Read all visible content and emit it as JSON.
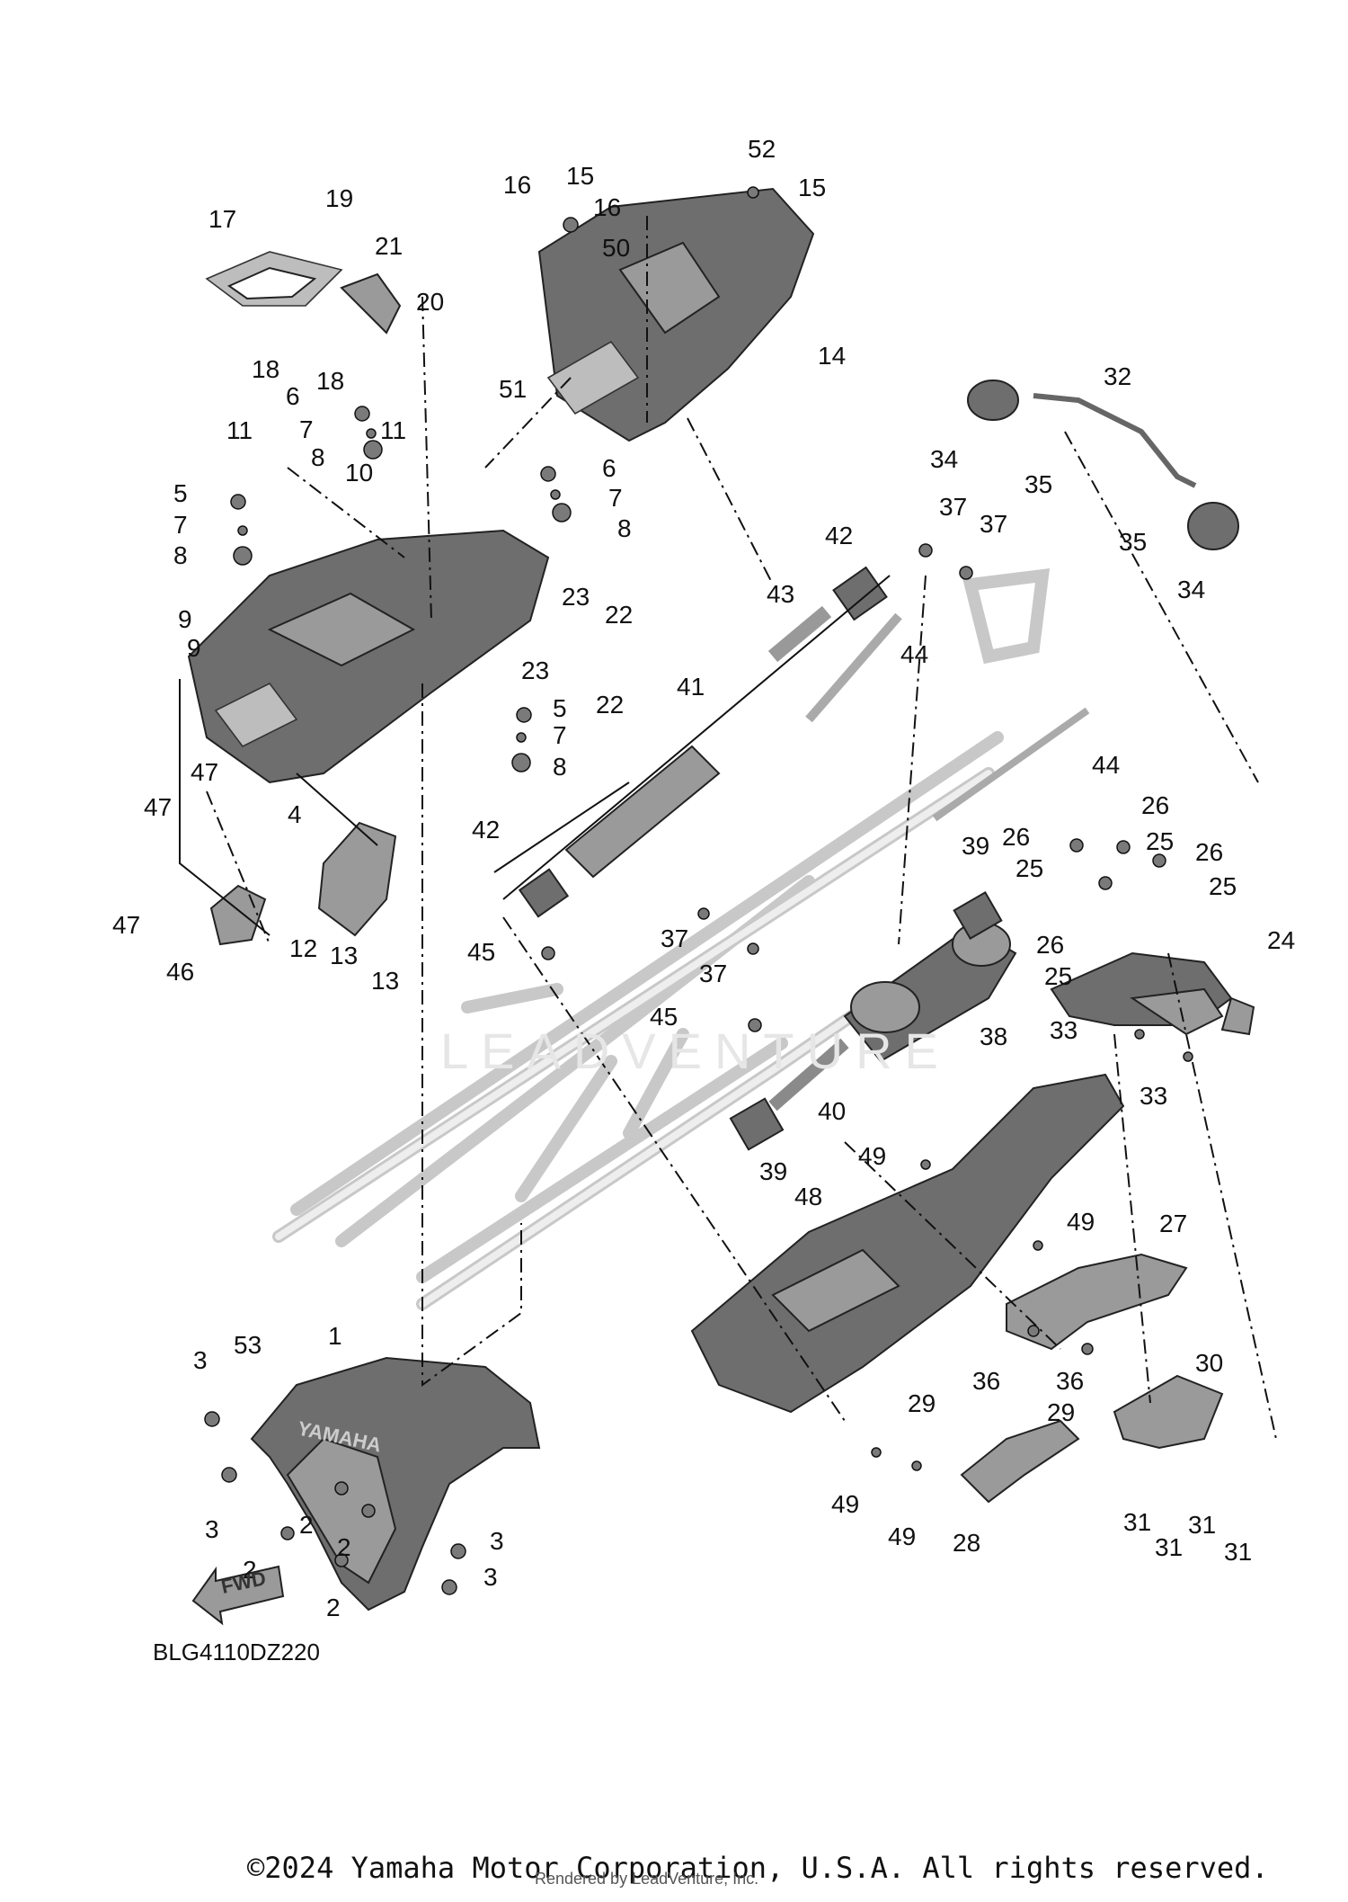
{
  "diagram": {
    "code": "BLG4110DZ220",
    "copyright": "©2024 Yamaha Motor Corporation, U.S.A. All rights reserved.",
    "render_credit": "Rendered by LeadVenture, Inc.",
    "watermark": "LEADVENTURE",
    "fwd_label": "FWD",
    "brand_on_fender": "YAMAHA",
    "callouts": [
      {
        "id": "c1",
        "label": "1"
      },
      {
        "id": "c2a",
        "label": "2"
      },
      {
        "id": "c2b",
        "label": "2"
      },
      {
        "id": "c2c",
        "label": "2"
      },
      {
        "id": "c2d",
        "label": "2"
      },
      {
        "id": "c3a",
        "label": "3"
      },
      {
        "id": "c3b",
        "label": "3"
      },
      {
        "id": "c3c",
        "label": "3"
      },
      {
        "id": "c3d",
        "label": "3"
      },
      {
        "id": "c4",
        "label": "4"
      },
      {
        "id": "c5a",
        "label": "5"
      },
      {
        "id": "c5b",
        "label": "5"
      },
      {
        "id": "c6a",
        "label": "6"
      },
      {
        "id": "c6b",
        "label": "6"
      },
      {
        "id": "c7a",
        "label": "7"
      },
      {
        "id": "c7b",
        "label": "7"
      },
      {
        "id": "c7c",
        "label": "7"
      },
      {
        "id": "c7d",
        "label": "7"
      },
      {
        "id": "c8a",
        "label": "8"
      },
      {
        "id": "c8b",
        "label": "8"
      },
      {
        "id": "c8c",
        "label": "8"
      },
      {
        "id": "c8d",
        "label": "8"
      },
      {
        "id": "c9a",
        "label": "9"
      },
      {
        "id": "c9b",
        "label": "9"
      },
      {
        "id": "c10",
        "label": "10"
      },
      {
        "id": "c11a",
        "label": "11"
      },
      {
        "id": "c11b",
        "label": "11"
      },
      {
        "id": "c12",
        "label": "12"
      },
      {
        "id": "c13a",
        "label": "13"
      },
      {
        "id": "c13b",
        "label": "13"
      },
      {
        "id": "c14",
        "label": "14"
      },
      {
        "id": "c15a",
        "label": "15"
      },
      {
        "id": "c15b",
        "label": "15"
      },
      {
        "id": "c16a",
        "label": "16"
      },
      {
        "id": "c16b",
        "label": "16"
      },
      {
        "id": "c17",
        "label": "17"
      },
      {
        "id": "c18a",
        "label": "18"
      },
      {
        "id": "c18b",
        "label": "18"
      },
      {
        "id": "c19",
        "label": "19"
      },
      {
        "id": "c20",
        "label": "20"
      },
      {
        "id": "c21",
        "label": "21"
      },
      {
        "id": "c22a",
        "label": "22"
      },
      {
        "id": "c22b",
        "label": "22"
      },
      {
        "id": "c23a",
        "label": "23"
      },
      {
        "id": "c23b",
        "label": "23"
      },
      {
        "id": "c24",
        "label": "24"
      },
      {
        "id": "c25a",
        "label": "25"
      },
      {
        "id": "c25b",
        "label": "25"
      },
      {
        "id": "c25c",
        "label": "25"
      },
      {
        "id": "c25d",
        "label": "25"
      },
      {
        "id": "c26a",
        "label": "26"
      },
      {
        "id": "c26b",
        "label": "26"
      },
      {
        "id": "c26c",
        "label": "26"
      },
      {
        "id": "c26d",
        "label": "26"
      },
      {
        "id": "c27",
        "label": "27"
      },
      {
        "id": "c28",
        "label": "28"
      },
      {
        "id": "c29a",
        "label": "29"
      },
      {
        "id": "c29b",
        "label": "29"
      },
      {
        "id": "c30",
        "label": "30"
      },
      {
        "id": "c31a",
        "label": "31"
      },
      {
        "id": "c31b",
        "label": "31"
      },
      {
        "id": "c31c",
        "label": "31"
      },
      {
        "id": "c31d",
        "label": "31"
      },
      {
        "id": "c32",
        "label": "32"
      },
      {
        "id": "c33a",
        "label": "33"
      },
      {
        "id": "c33b",
        "label": "33"
      },
      {
        "id": "c34a",
        "label": "34"
      },
      {
        "id": "c34b",
        "label": "34"
      },
      {
        "id": "c35a",
        "label": "35"
      },
      {
        "id": "c35b",
        "label": "35"
      },
      {
        "id": "c36a",
        "label": "36"
      },
      {
        "id": "c36b",
        "label": "36"
      },
      {
        "id": "c37a",
        "label": "37"
      },
      {
        "id": "c37b",
        "label": "37"
      },
      {
        "id": "c37c",
        "label": "37"
      },
      {
        "id": "c37d",
        "label": "37"
      },
      {
        "id": "c38",
        "label": "38"
      },
      {
        "id": "c39a",
        "label": "39"
      },
      {
        "id": "c39b",
        "label": "39"
      },
      {
        "id": "c40",
        "label": "40"
      },
      {
        "id": "c41",
        "label": "41"
      },
      {
        "id": "c42a",
        "label": "42"
      },
      {
        "id": "c42b",
        "label": "42"
      },
      {
        "id": "c43",
        "label": "43"
      },
      {
        "id": "c44a",
        "label": "44"
      },
      {
        "id": "c44b",
        "label": "44"
      },
      {
        "id": "c45a",
        "label": "45"
      },
      {
        "id": "c45b",
        "label": "45"
      },
      {
        "id": "c46",
        "label": "46"
      },
      {
        "id": "c47a",
        "label": "47"
      },
      {
        "id": "c47b",
        "label": "47"
      },
      {
        "id": "c47c",
        "label": "47"
      },
      {
        "id": "c48",
        "label": "48"
      },
      {
        "id": "c49a",
        "label": "49"
      },
      {
        "id": "c49b",
        "label": "49"
      },
      {
        "id": "c49c",
        "label": "49"
      },
      {
        "id": "c49d",
        "label": "49"
      },
      {
        "id": "c50",
        "label": "50"
      },
      {
        "id": "c51",
        "label": "51"
      },
      {
        "id": "c52",
        "label": "52"
      },
      {
        "id": "c53",
        "label": "53"
      }
    ]
  }
}
